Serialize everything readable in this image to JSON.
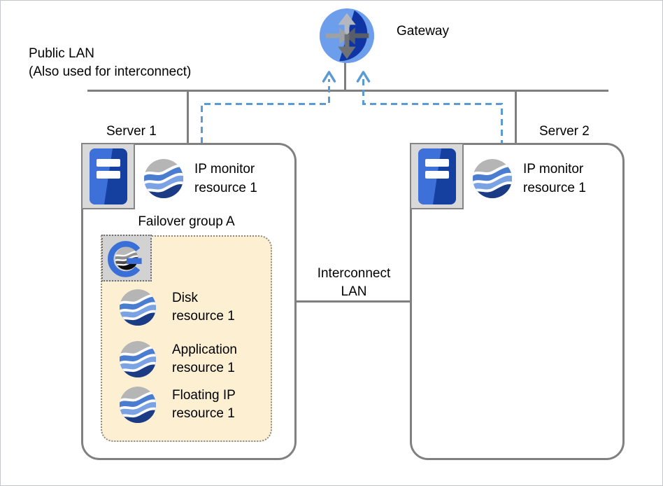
{
  "public_lan": {
    "line1": "Public LAN",
    "line2": "(Also used for interconnect)"
  },
  "gateway": {
    "label": "Gateway"
  },
  "servers": [
    {
      "label": "Server 1",
      "monitor_line1": "IP monitor",
      "monitor_line2": "resource 1"
    },
    {
      "label": "Server 2",
      "monitor_line1": "IP monitor",
      "monitor_line2": "resource 1"
    }
  ],
  "failover_group": {
    "label": "Failover group A",
    "resources": [
      {
        "line1": "Disk",
        "line2": "resource 1"
      },
      {
        "line1": "Application",
        "line2": "resource 1"
      },
      {
        "line1": "Floating IP",
        "line2": "resource 1"
      }
    ]
  },
  "interconnect": {
    "line1": "Interconnect",
    "line2": "LAN"
  },
  "icons": {
    "gateway": "router-icon",
    "server": "server-icon",
    "resource": "globe-wave-icon",
    "group": "cluster-group-icon"
  },
  "colors": {
    "line_gray": "#7f7f7f",
    "dashed_arrow_blue": "#5b9bd5",
    "failover_fill": "#fcefd2",
    "server_icon_dark_blue": "#16409f",
    "server_icon_light_blue": "#3e70d9",
    "gateway_light_blue": "#6d9eeb",
    "gateway_dark_blue": "#0f35a4",
    "resource_gray": "#b5b5b5",
    "resource_blue": "#4a7cd0",
    "resource_light_blue": "#7ba2e2",
    "resource_navy": "#1b3c85"
  }
}
